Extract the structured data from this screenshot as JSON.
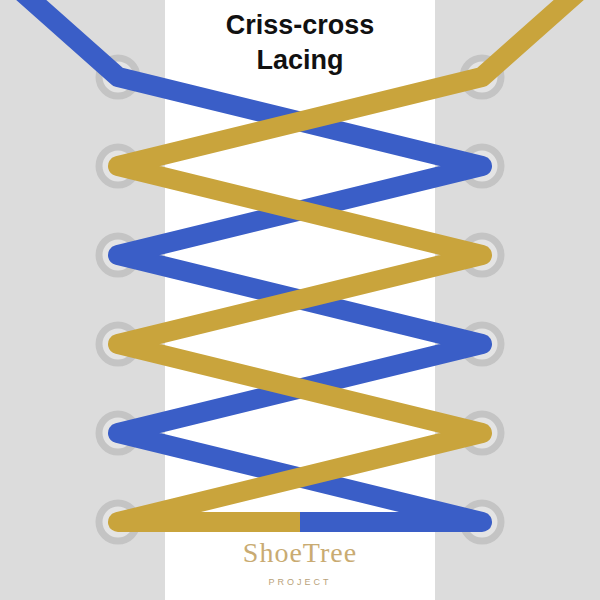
{
  "diagram": {
    "title": "Criss-cross Lacing",
    "labels": [
      "ShoeTree",
      "PROJECT"
    ]
  }
}
